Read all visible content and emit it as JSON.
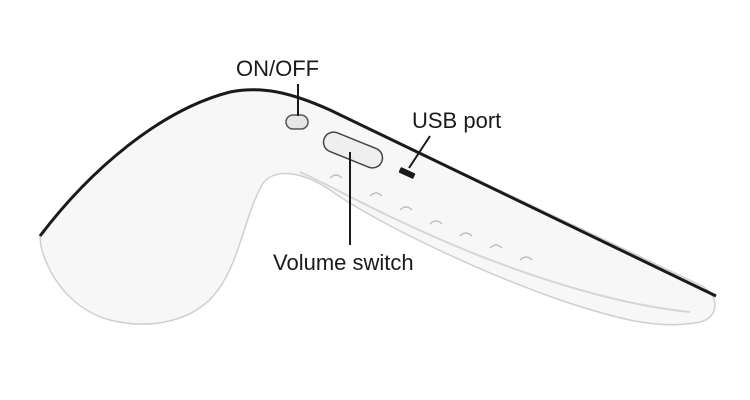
{
  "labels": {
    "on_off": "ON/OFF",
    "usb_port": "USB port",
    "volume_switch": "Volume switch"
  },
  "colors": {
    "device_fill": "#f7f7f7",
    "outline": "#1a1a1a",
    "shadow": "#d6d6d6"
  }
}
